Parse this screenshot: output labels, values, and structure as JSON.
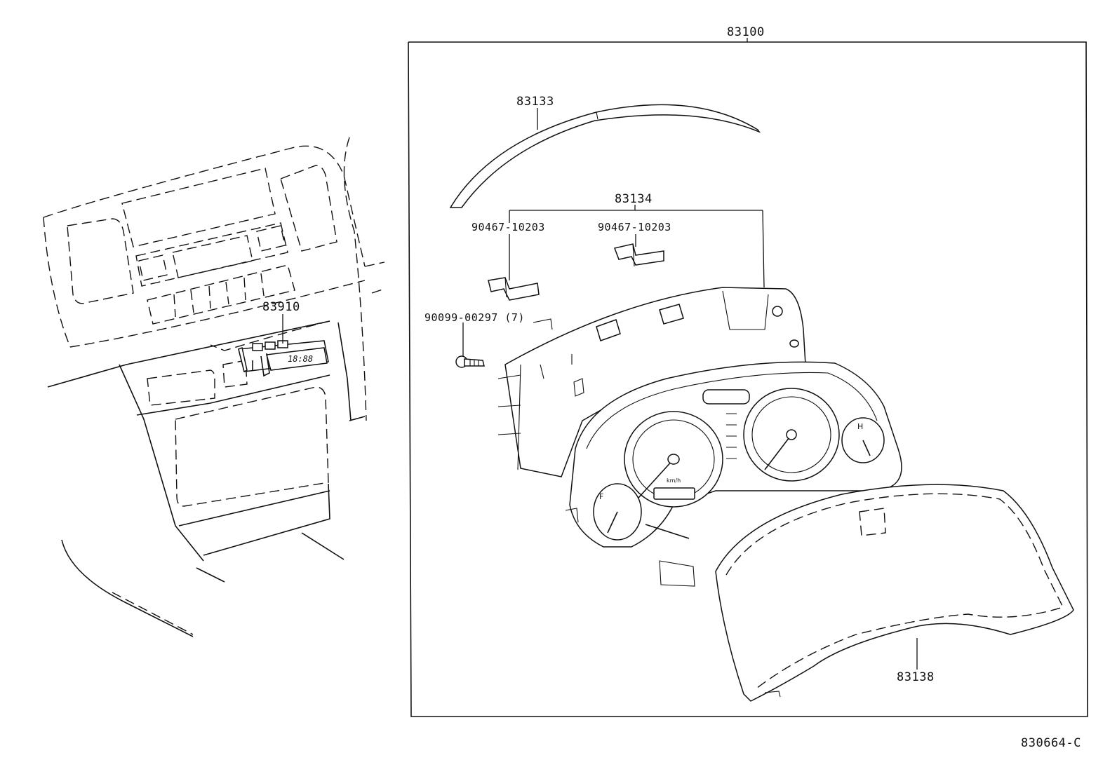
{
  "diagram": {
    "title_code": "83100",
    "figure_code": "830664-C",
    "parts": [
      {
        "id": "83133"
      },
      {
        "id": "83134"
      },
      {
        "id": "90467-10203"
      },
      {
        "id": "90467-10203"
      },
      {
        "id": "90099-00297 (7)"
      },
      {
        "id": "83910"
      },
      {
        "id": "83138"
      }
    ],
    "clock_readout": "18:88",
    "gauge_letters": [
      "F",
      "H"
    ],
    "speed_unit": "km/h"
  }
}
